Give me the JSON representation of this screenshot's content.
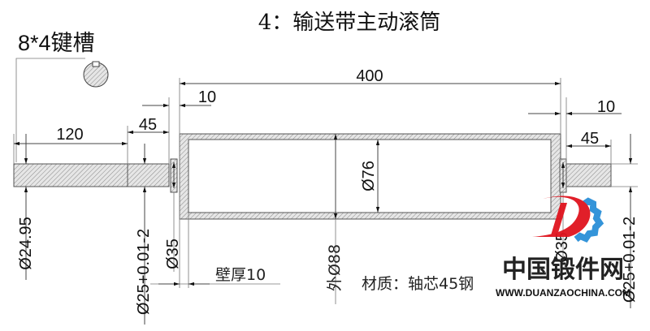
{
  "title": "4：输送带主动滚筒",
  "keyway_label": "8*4键槽",
  "dimensions": {
    "overall_length": "400",
    "left_collar": "10",
    "right_collar": "10",
    "left_shaft_length": "120",
    "left_journal_length": "45",
    "right_journal_length": "45",
    "left_shaft_dia": "Ø24.95",
    "left_journal_dia": "Ø25+0.01-2",
    "left_collar_dia": "Ø35",
    "outer_dia": "外Ø88",
    "inner_dia": "Ø76",
    "right_collar_dia": "Ø35",
    "right_journal_dia": "Ø25+0.01-2",
    "wall_thickness": "壁厚10"
  },
  "material": "材质：轴芯45钢",
  "watermark": {
    "name": "中国锻件网",
    "url": "WWW.DUANZAOCHINA.COM",
    "colors": {
      "red": "#e0141e",
      "blue": "#2a8fd8"
    }
  }
}
